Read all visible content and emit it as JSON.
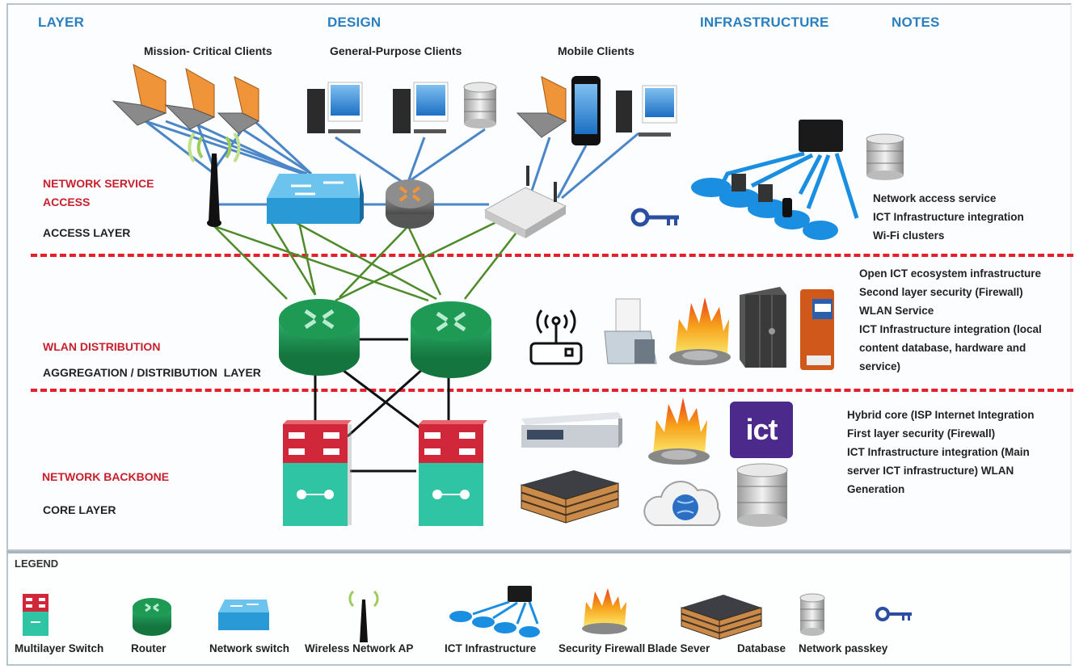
{
  "headers": {
    "layer": "LAYER",
    "design": "DESIGN",
    "infrastructure": "INFRASTRUCTURE",
    "notes": "NOTES"
  },
  "client_groups": [
    {
      "label": "Mission- Critical Clients",
      "icons": [
        "laptop-icon",
        "laptop-icon",
        "laptop-icon"
      ]
    },
    {
      "label": "General-Purpose Clients",
      "icons": [
        "desktop-computer-icon",
        "desktop-computer-icon",
        "database-icon"
      ]
    },
    {
      "label": "Mobile Clients",
      "icons": [
        "laptop-icon",
        "smartphone-icon",
        "desktop-computer-icon"
      ]
    }
  ],
  "layers": [
    {
      "service_name": "NETWORK SERVICE ACCESS",
      "service_lines": [
        "NETWORK SERVICE",
        "ACCESS"
      ],
      "layer_name": "ACCESS LAYER",
      "devices": [
        "wireless-ap-icon",
        "network-switch-icon",
        "router-icon",
        "wireless-router-icon"
      ],
      "infrastructure": [
        "network-passkey-icon",
        "ict-infrastructure-icon",
        "database-icon"
      ],
      "notes": [
        "Network access service",
        "ICT Infrastructure integration",
        "Wi-Fi clusters"
      ]
    },
    {
      "service_name": "WLAN DISTRIBUTION",
      "layer_name": "AGGREGATION / DISTRIBUTION  LAYER",
      "devices": [
        "router-icon",
        "router-icon"
      ],
      "infrastructure": [
        "wifi-router-icon",
        "printer-icon",
        "security-firewall-icon",
        "server-tower-icon",
        "kiosk-icon"
      ],
      "notes": [
        "Open ICT ecosystem infrastructure",
        "Second layer security (Firewall)",
        "WLAN Service",
        "ICT Infrastructure integration (local",
        "content database, hardware and",
        "service)"
      ]
    },
    {
      "service_name": "NETWORK BACKBONE",
      "layer_name": "CORE LAYER",
      "devices": [
        "multilayer-switch-icon",
        "multilayer-switch-icon"
      ],
      "infrastructure": [
        "rack-switch-icon",
        "security-firewall-icon",
        "ict-logo",
        "blade-server-icon",
        "cloud-globe-icon",
        "database-icon"
      ],
      "ict_logo_text": "ict",
      "notes": [
        "Hybrid core (ISP Internet Integration",
        "First layer security (Firewall)",
        "ICT Infrastructure integration (Main",
        "server ICT infrastructure) WLAN",
        "Generation"
      ]
    }
  ],
  "legend": {
    "title": "LEGEND",
    "items": [
      {
        "label": "Multilayer Switch",
        "icon": "multilayer-switch-icon"
      },
      {
        "label": "Router",
        "icon": "router-icon"
      },
      {
        "label": "Network switch",
        "icon": "network-switch-icon"
      },
      {
        "label": "Wireless Network AP",
        "icon": "wireless-ap-icon"
      },
      {
        "label": "ICT Infrastructure",
        "icon": "ict-infrastructure-icon"
      },
      {
        "label": "Security Firewall",
        "icon": "security-firewall-icon"
      },
      {
        "label": "Blade Sever",
        "icon": "blade-server-icon"
      },
      {
        "label": "Database",
        "icon": "database-icon"
      },
      {
        "label": "Network passkey",
        "icon": "network-passkey-icon"
      }
    ]
  },
  "colors": {
    "header_blue": "#2a7fc0",
    "layer_red": "#c8202d",
    "divider_red": "#e3202c",
    "router_green": "#1f9a55",
    "switch_blue": "#2a9ad6",
    "multilayer_red": "#d0283a",
    "multilayer_teal": "#2fc4a3",
    "link_blue": "#4a86c8",
    "link_green": "#4e8a2a",
    "link_black": "#111111",
    "laptop_orange": "#f0943a",
    "ict_purple": "#4b2a8c"
  }
}
